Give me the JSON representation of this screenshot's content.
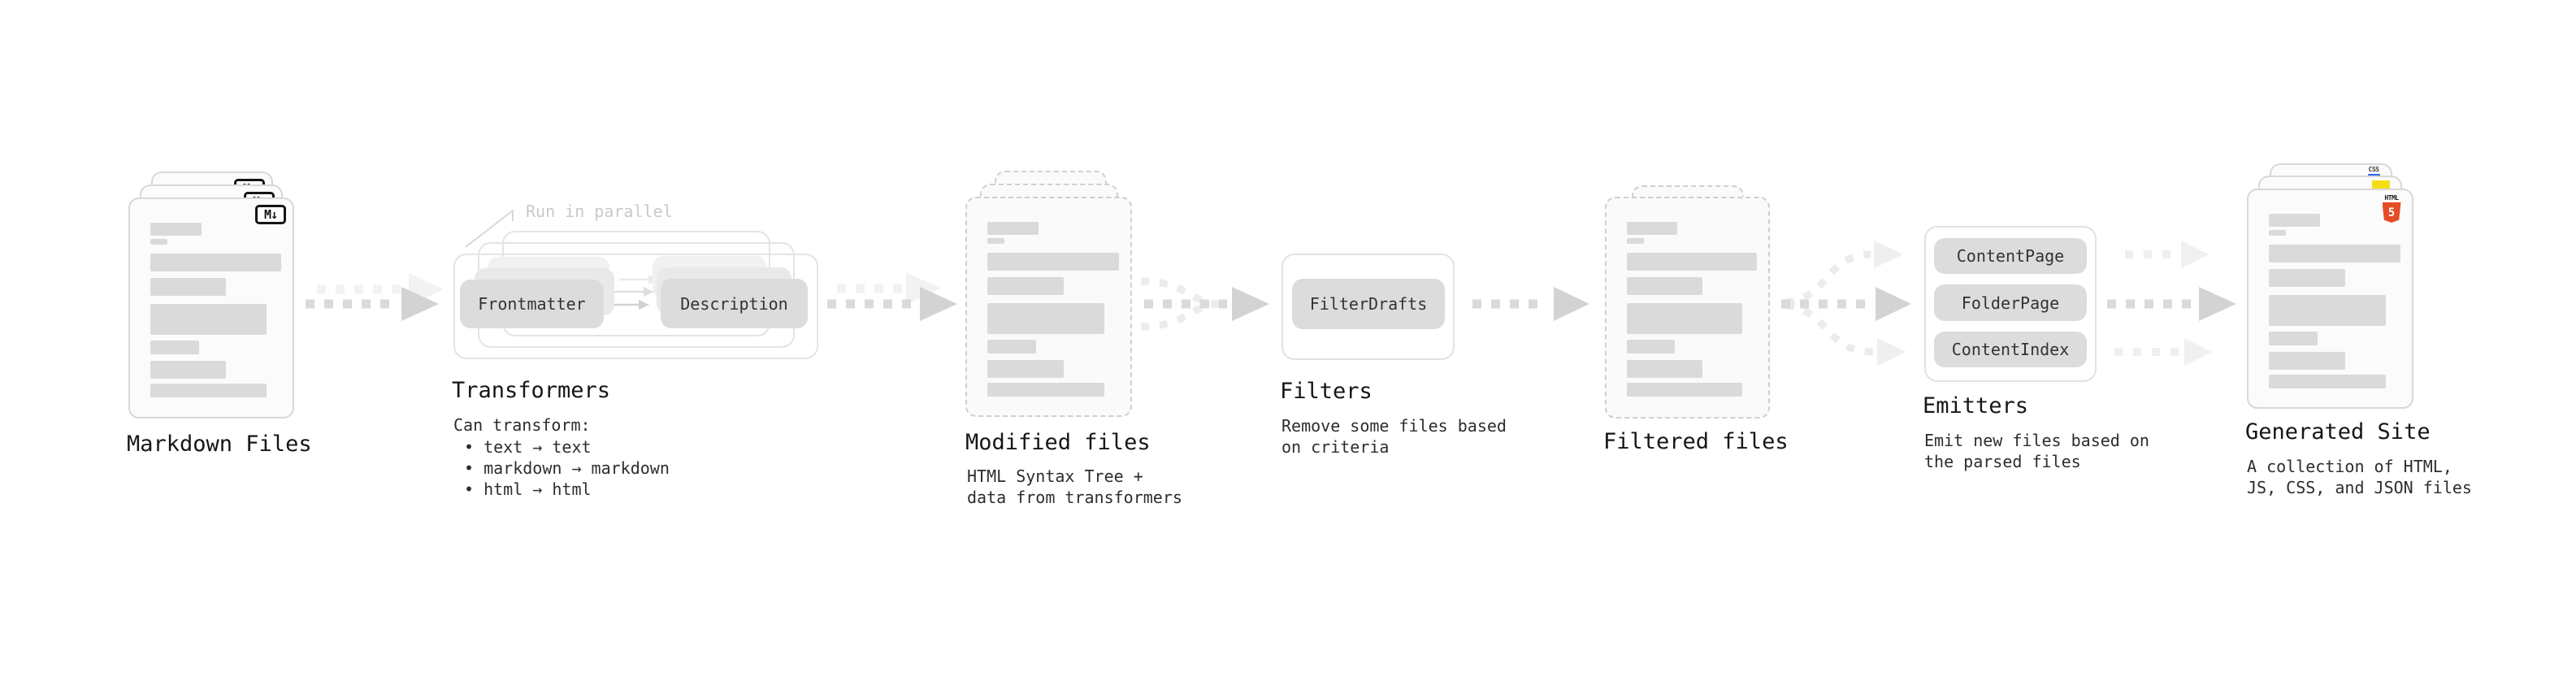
{
  "colors": {
    "html5_orange": "#e44d26",
    "js_yellow": "#f5de19",
    "css_blue": "#2965f1"
  },
  "markdown_files": {
    "title": "Markdown Files",
    "badge": "M↓"
  },
  "transformers": {
    "note": "Run in parallel",
    "pill_left": "Frontmatter",
    "pill_right": "Description",
    "title": "Transformers",
    "desc_heading": "Can transform:",
    "bullets": "• text → text\n• markdown → markdown\n• html → html"
  },
  "modified_files": {
    "title": "Modified files",
    "desc": "HTML Syntax Tree +\ndata from transformers"
  },
  "filters": {
    "title": "Filters",
    "pill": "FilterDrafts",
    "desc": "Remove some files based\non criteria"
  },
  "filtered_files": {
    "title": "Filtered files"
  },
  "emitters": {
    "title": "Emitters",
    "pills": [
      "ContentPage",
      "FolderPage",
      "ContentIndex"
    ],
    "desc": "Emit new files based on\nthe parsed files"
  },
  "generated_site": {
    "title": "Generated Site",
    "desc": "A collection of HTML,\nJS, CSS, and JSON files",
    "badge_css": "CSS",
    "badge_html_label": "HTML",
    "badge_html_number": "5"
  }
}
